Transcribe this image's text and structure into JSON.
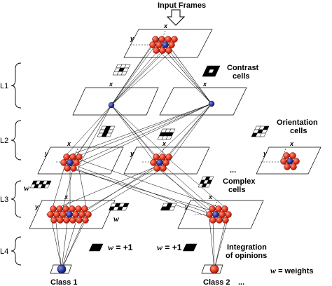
{
  "labels": {
    "input_frames": "Input Frames",
    "contrast_line1": "Contrast",
    "contrast_line2": "cells",
    "orientation_line1": "Orientation",
    "orientation_line2": "cells",
    "complex_line1": "Complex",
    "complex_line2": "cells",
    "integration_line1": "Integration",
    "integration_line2": "of opinions",
    "weights_var": "w",
    "weights_text": " = weights",
    "class1": "Class 1",
    "class2": "Class 2",
    "ellipsis": "...",
    "w_symbol": "w",
    "w_eq_plus1": " = +1",
    "axis_x": "x",
    "axis_y": "y"
  },
  "layers": [
    "L1",
    "L2",
    "L3",
    "L4"
  ],
  "colors": {
    "cell_fill": "#e8321e",
    "cell_stroke": "#5a0d06",
    "center_cell": "#27307a",
    "class2_node": "#e8411e"
  }
}
